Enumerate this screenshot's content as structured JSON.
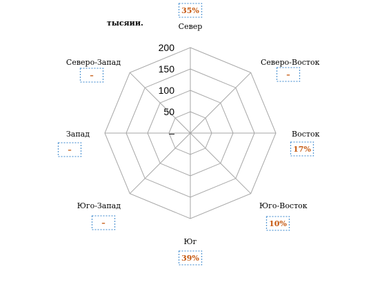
{
  "chart_data": {
    "type": "radar",
    "unit_label": "тысяии.",
    "axes": [
      "Север",
      "Северо-Восток",
      "Восток",
      "Юго-Восток",
      "Юг",
      "Юго-Запад",
      "Запад",
      "Северо-Запад"
    ],
    "value_labels": [
      "35%",
      "–",
      "17%",
      "10%",
      "39%",
      "–",
      "–",
      "–"
    ],
    "rlim": [
      0,
      200
    ],
    "ticks": [
      {
        "value": 0,
        "label": "–"
      },
      {
        "value": 50,
        "label": "50"
      },
      {
        "value": 100,
        "label": "100"
      },
      {
        "value": 150,
        "label": "150"
      },
      {
        "value": 200,
        "label": "200"
      }
    ],
    "grid": true,
    "colors": {
      "grid": "#a6a6a6",
      "label_box_border": "#5b9bd5",
      "value_label": "#c65911",
      "dash_label": "#c65911"
    }
  }
}
